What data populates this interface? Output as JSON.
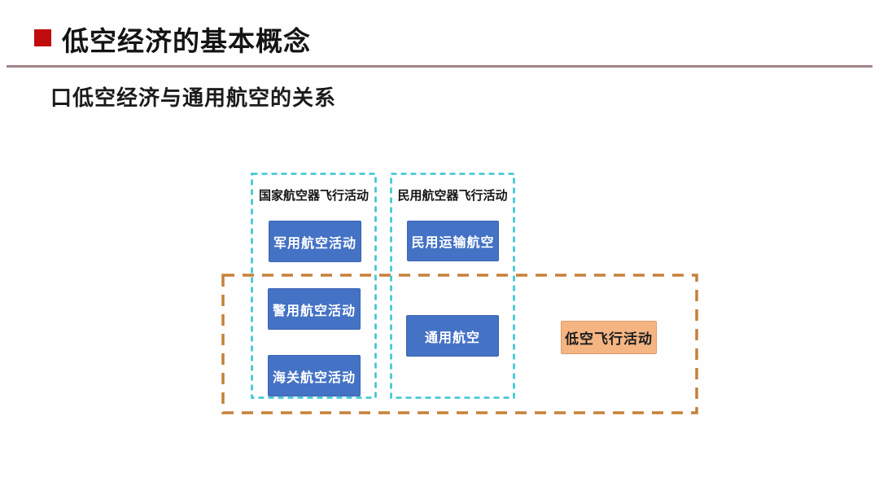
{
  "slide": {
    "title": "低空经济的基本概念",
    "subtitle": "口低空经济与通用航空的关系"
  },
  "diagram": {
    "groups": [
      {
        "label": "国家航空器飞行活动",
        "items": [
          "军用航空活动",
          "警用航空活动",
          "海关航空活动"
        ]
      },
      {
        "label": "民用航空器飞行活动",
        "items": [
          "民用运输航空",
          "通用航空"
        ]
      }
    ],
    "low_altitude_zone": {
      "label": "低空飞行活动"
    },
    "colors": {
      "title_bullet_red": "#c00c0c",
      "group_border_cyan": "#38c5d3",
      "zone_border_orange": "#c5813a",
      "item_fill_blue": "#4472c4",
      "item_text": "#ffffff",
      "zone_item_fill_orange": "#f5b583"
    }
  }
}
